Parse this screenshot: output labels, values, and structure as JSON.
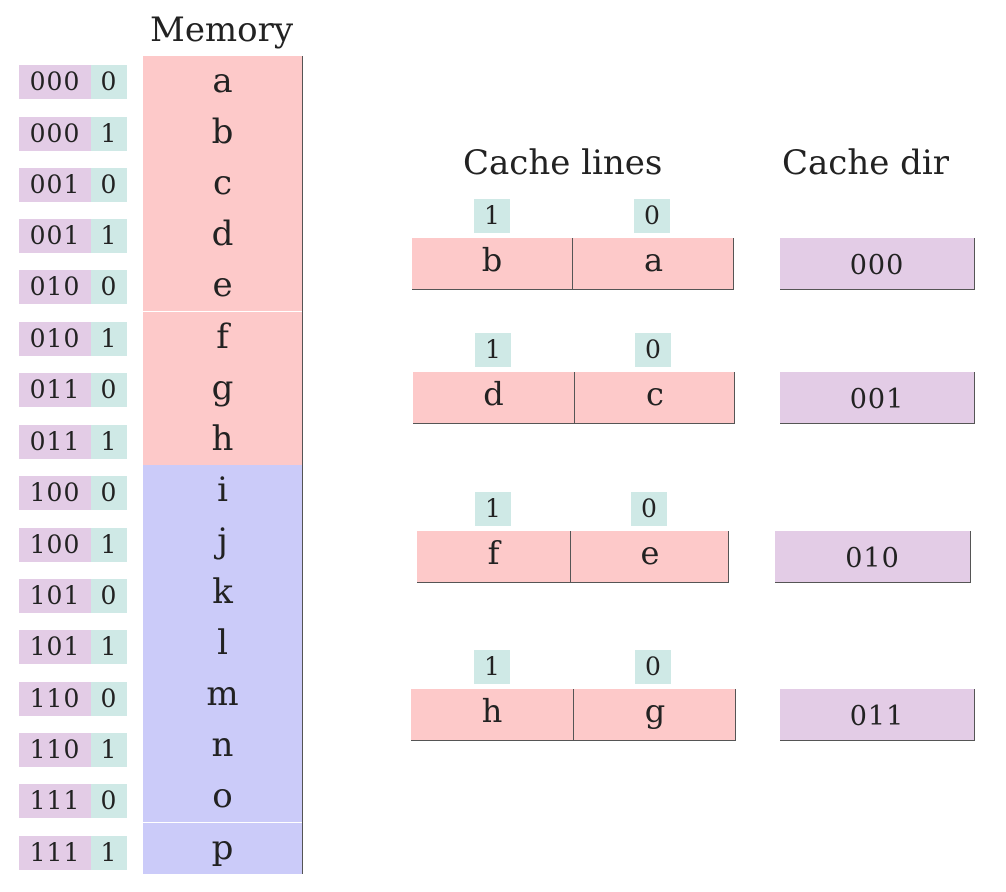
{
  "colors": {
    "tag_bg": "#e3cce6",
    "offset_bg": "#cfe9e6",
    "memory_low_bg": "#fdc9c9",
    "memory_high_bg": "#cbcbf9",
    "line_bg": "#fdc9c9",
    "dir_bg": "#e3cce6"
  },
  "memory": {
    "title": "Memory",
    "rows": [
      {
        "tag": "000",
        "offset": "0",
        "value": "a"
      },
      {
        "tag": "000",
        "offset": "1",
        "value": "b"
      },
      {
        "tag": "001",
        "offset": "0",
        "value": "c"
      },
      {
        "tag": "001",
        "offset": "1",
        "value": "d"
      },
      {
        "tag": "010",
        "offset": "0",
        "value": "e"
      },
      {
        "tag": "010",
        "offset": "1",
        "value": "f"
      },
      {
        "tag": "011",
        "offset": "0",
        "value": "g"
      },
      {
        "tag": "011",
        "offset": "1",
        "value": "h"
      },
      {
        "tag": "100",
        "offset": "0",
        "value": "i"
      },
      {
        "tag": "100",
        "offset": "1",
        "value": "j"
      },
      {
        "tag": "101",
        "offset": "0",
        "value": "k"
      },
      {
        "tag": "101",
        "offset": "1",
        "value": "l"
      },
      {
        "tag": "110",
        "offset": "0",
        "value": "m"
      },
      {
        "tag": "110",
        "offset": "1",
        "value": "n"
      },
      {
        "tag": "111",
        "offset": "0",
        "value": "o"
      },
      {
        "tag": "111",
        "offset": "1",
        "value": "p"
      }
    ]
  },
  "cache": {
    "lines_title": "Cache lines",
    "dir_title": "Cache dir",
    "lines": [
      {
        "bit_left": "1",
        "bit_right": "0",
        "left": "b",
        "right": "a",
        "dir": "000"
      },
      {
        "bit_left": "1",
        "bit_right": "0",
        "left": "d",
        "right": "c",
        "dir": "001"
      },
      {
        "bit_left": "1",
        "bit_right": "0",
        "left": "f",
        "right": "e",
        "dir": "010"
      },
      {
        "bit_left": "1",
        "bit_right": "0",
        "left": "h",
        "right": "g",
        "dir": "011"
      }
    ]
  }
}
